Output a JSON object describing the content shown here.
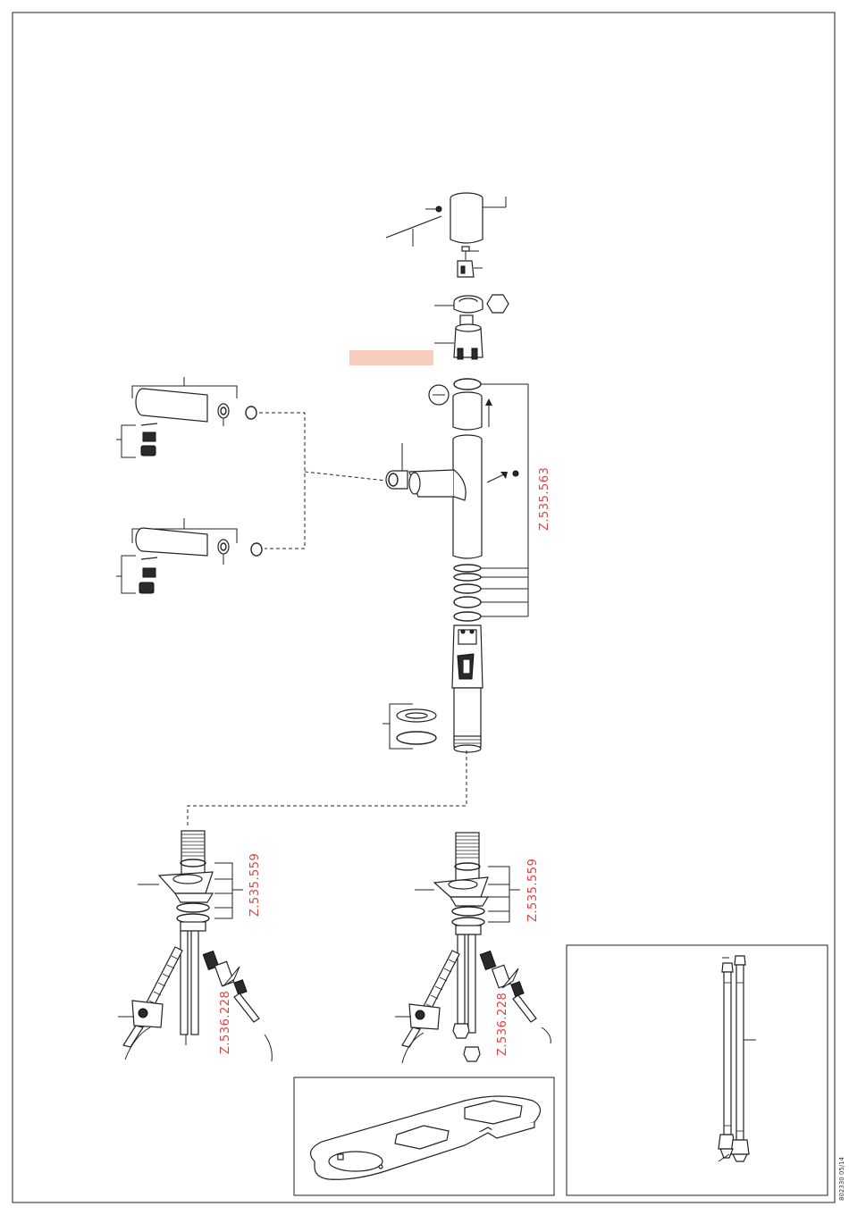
{
  "accent_color": "#e04040",
  "highlight_color": "#f9cdbd",
  "part_codes": {
    "body_orings": "Z.535.563",
    "fixing_left": "Z.535.559",
    "fixing_right": "Z.535.559",
    "adapter_left": "Z.536.228",
    "adapter_right": "Z.536.228"
  },
  "document_number": "802330 05/14",
  "insets": [
    "spanner-tool",
    "flexible-hoses"
  ]
}
